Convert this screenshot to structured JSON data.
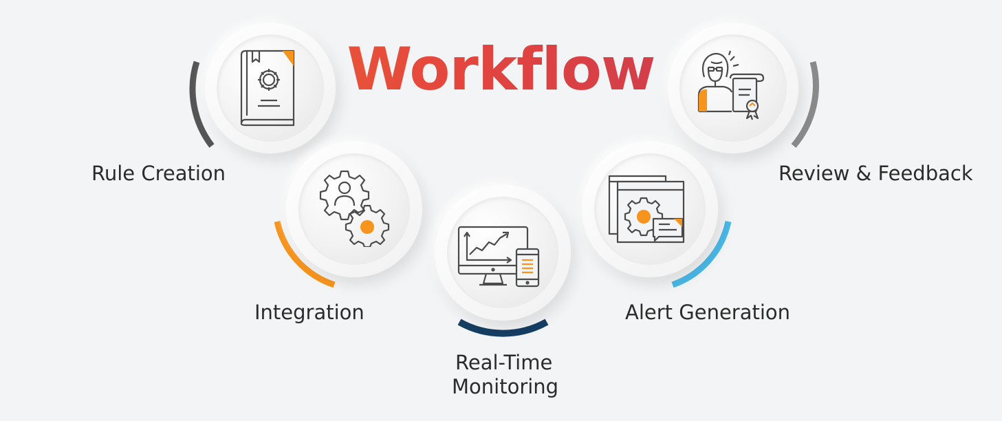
{
  "title": "Workflow",
  "steps": [
    {
      "label": "Rule Creation",
      "icon": "rulebook-gear-icon",
      "accent": "#555555"
    },
    {
      "label": "Integration",
      "icon": "gears-person-icon",
      "accent": "#f7941d"
    },
    {
      "label": "Real-Time Monitoring",
      "label_line1": "Real-Time",
      "label_line2": "Monitoring",
      "icon": "monitor-phone-chart-icon",
      "accent": "#153e63"
    },
    {
      "label": "Alert Generation",
      "icon": "windows-gear-alert-icon",
      "accent": "#4ab8e8"
    },
    {
      "label": "Review & Feedback",
      "icon": "reviewer-certificate-icon",
      "accent": "#8a8a8a"
    }
  ],
  "colors": {
    "orange": "#f7941d",
    "title_start": "#f07a2a",
    "title_end": "#b3305f",
    "line": "#4a4a4a"
  }
}
